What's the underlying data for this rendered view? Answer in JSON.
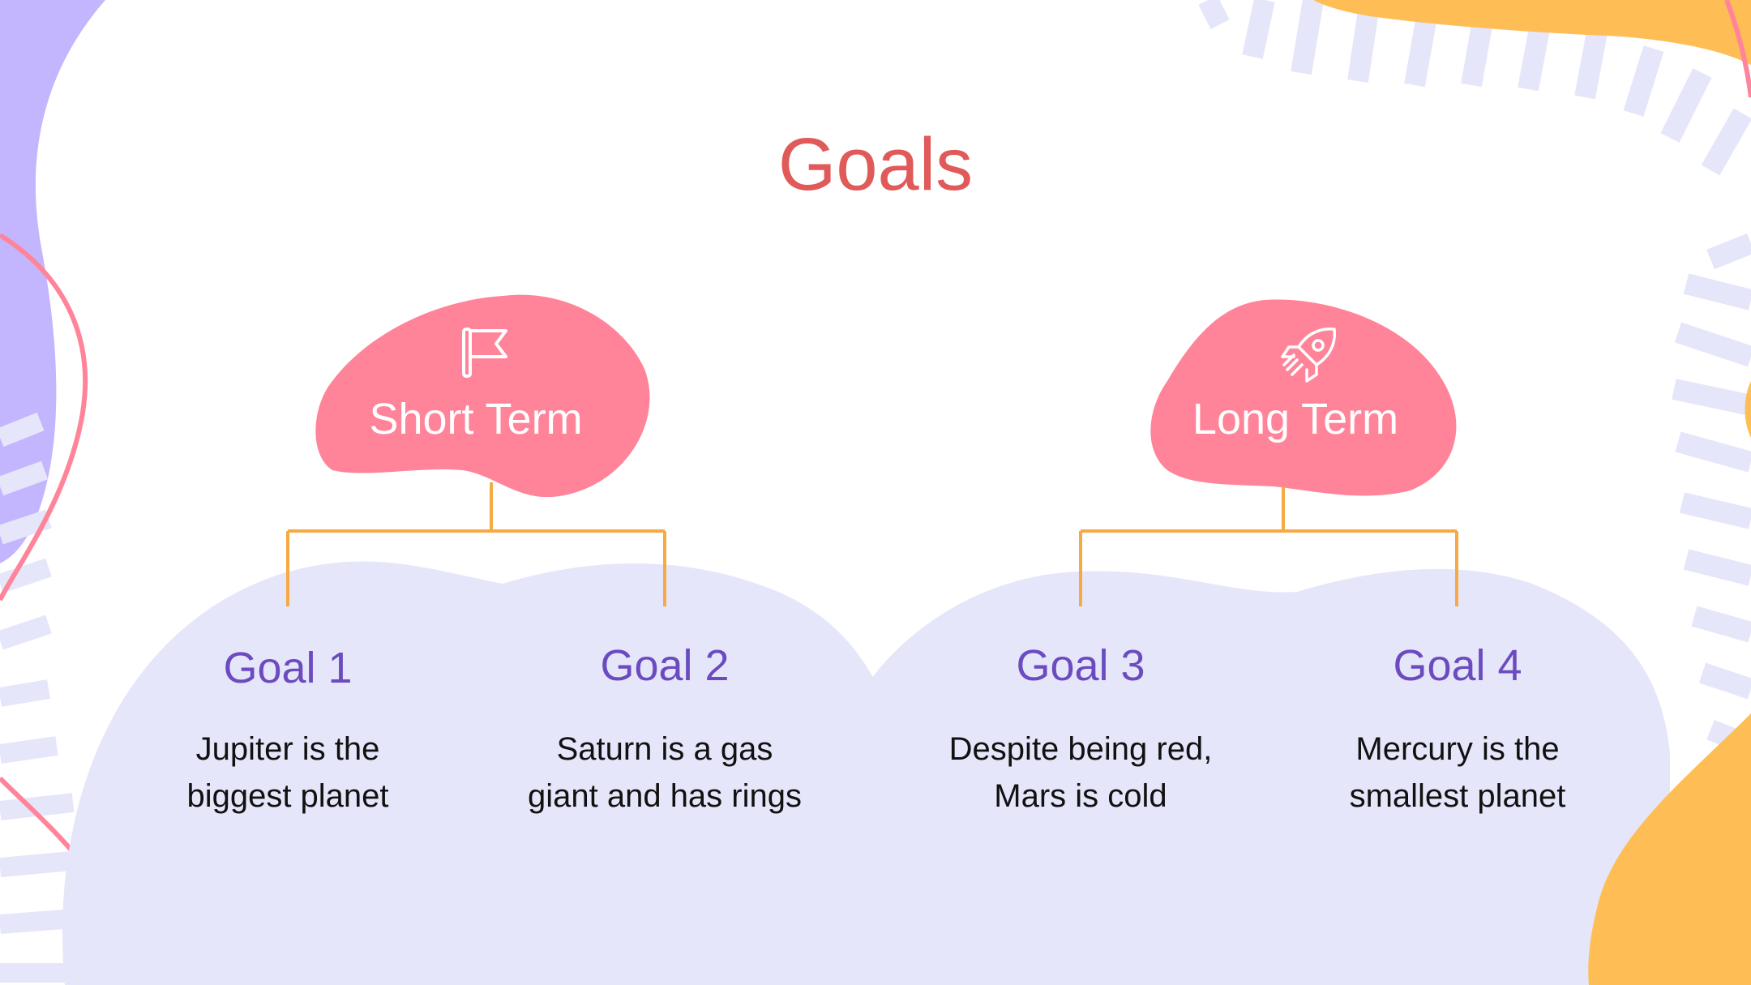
{
  "title": "Goals",
  "colors": {
    "title": "#e05a5a",
    "goal_title": "#6b4bbf",
    "category_blob": "#ff8499",
    "connector": "#f7a944",
    "lavender": "#e6e6fa",
    "purple_blob": "#c4b5ff",
    "orange_blob": "#ffbd56",
    "pink_line": "#ff8499"
  },
  "categories": [
    {
      "label": "Short Term",
      "icon": "flag-icon"
    },
    {
      "label": "Long Term",
      "icon": "rocket-icon"
    }
  ],
  "goals": [
    {
      "title": "Goal 1",
      "line1": "Jupiter is the",
      "line2": "biggest planet"
    },
    {
      "title": "Goal 2",
      "line1": "Saturn is a gas",
      "line2": "giant and has rings"
    },
    {
      "title": "Goal 3",
      "line1": "Despite being red,",
      "line2": "Mars is cold"
    },
    {
      "title": "Goal 4",
      "line1": "Mercury is the",
      "line2": "smallest planet"
    }
  ]
}
